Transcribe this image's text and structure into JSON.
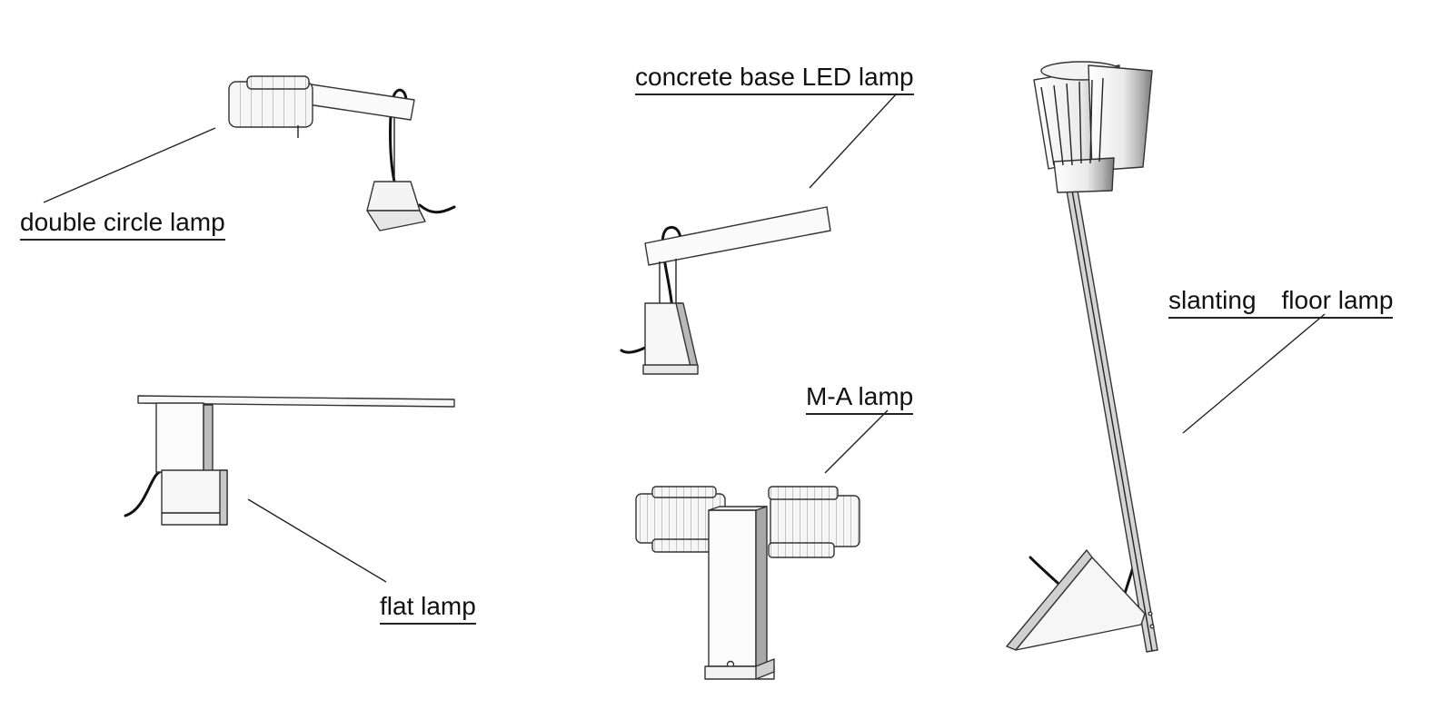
{
  "labels": {
    "double_circle": "double circle lamp",
    "concrete_base": "concrete base LED lamp",
    "flat": "flat lamp",
    "ma": "M-A lamp",
    "slanting": "slanting　floor lamp"
  },
  "colors": {
    "line": "#222222",
    "shade_light": "#f4f4f4",
    "shade_mid": "#d9d9d9",
    "shade_dark": "#9a9a9a",
    "cord": "#111111"
  }
}
